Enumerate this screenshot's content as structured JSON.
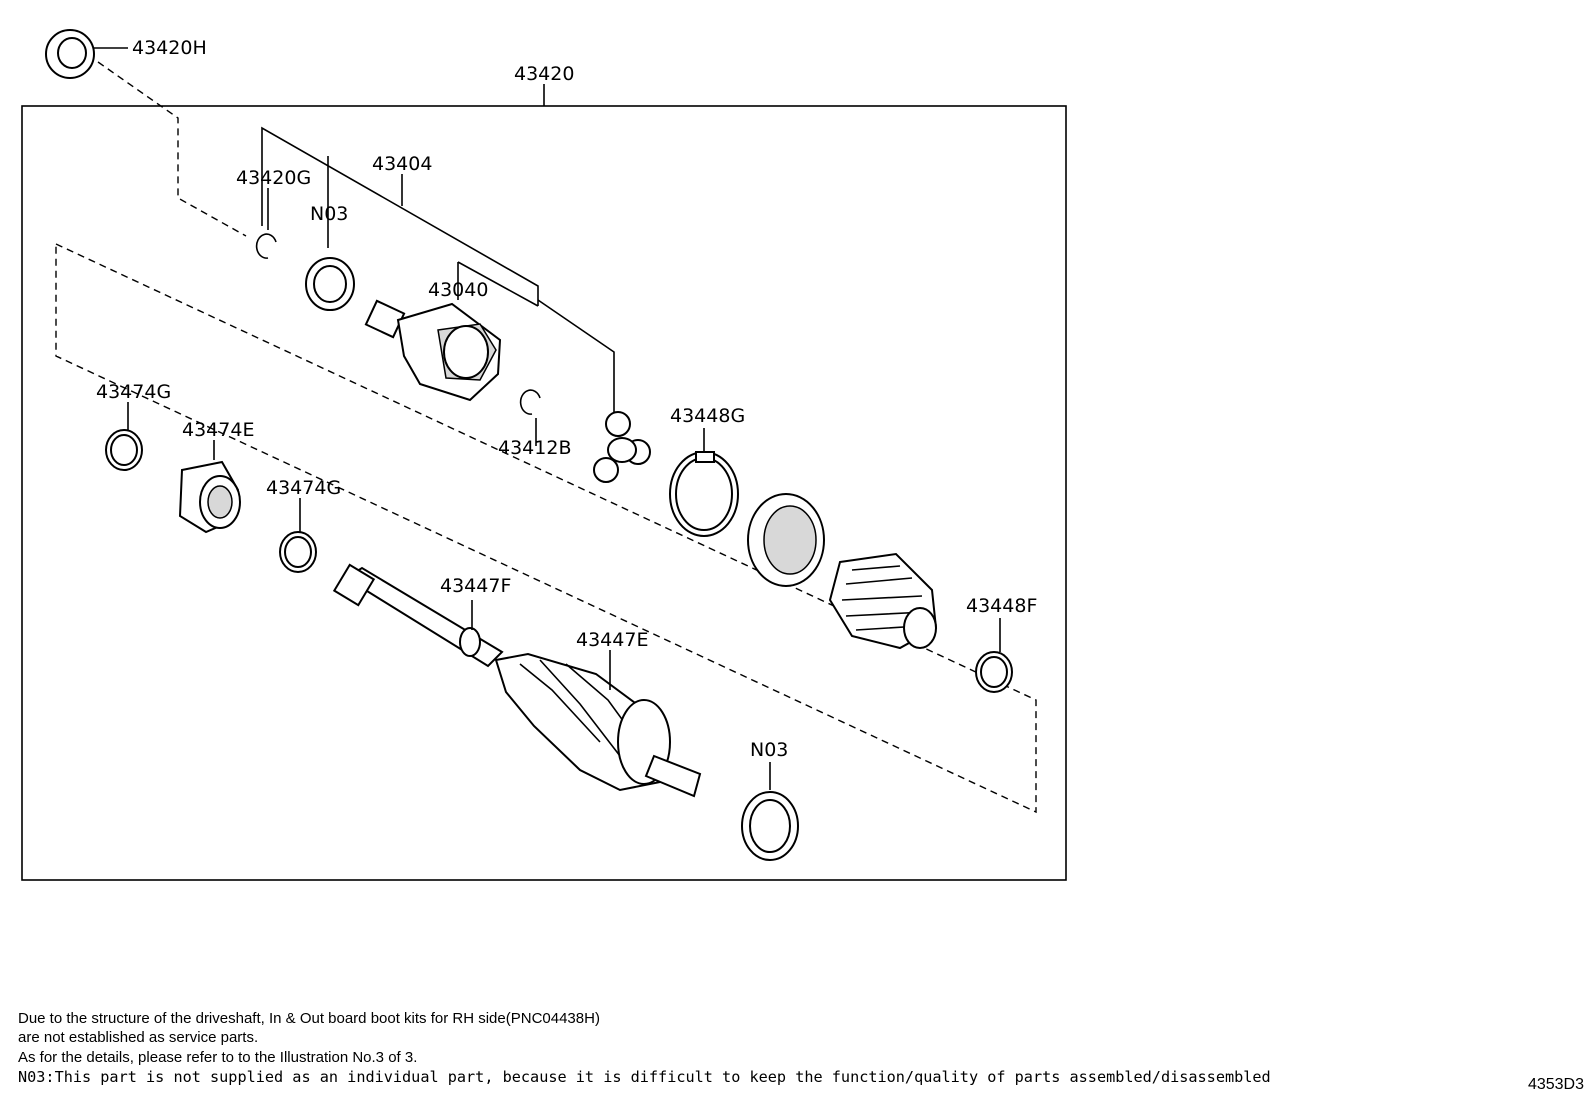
{
  "labels": {
    "p43420H": "43420H",
    "p43420": "43420",
    "p43404": "43404",
    "p43420G": "43420G",
    "pN03_top": "N03",
    "p43040": "43040",
    "p43474G_left": "43474G",
    "p43474E": "43474E",
    "p43474G_mid": "43474G",
    "p43412B": "43412B",
    "p43448G": "43448G",
    "p43447F": "43447F",
    "p43447E": "43447E",
    "p43448F": "43448F",
    "pN03_bottom": "N03"
  },
  "notes": {
    "line1": "Due to the structure of the driveshaft, In & Out board  boot kits for RH side(PNC04438H)",
    "line2": "are not established as service parts.",
    "line3": "As for the details, please refer to to the Illustration No.3 of 3.",
    "line4": "N03:This part is not supplied as an individual part, because it is difficult to keep the function/quality of parts assembled/disassembled"
  },
  "figure_code": "4353D3"
}
